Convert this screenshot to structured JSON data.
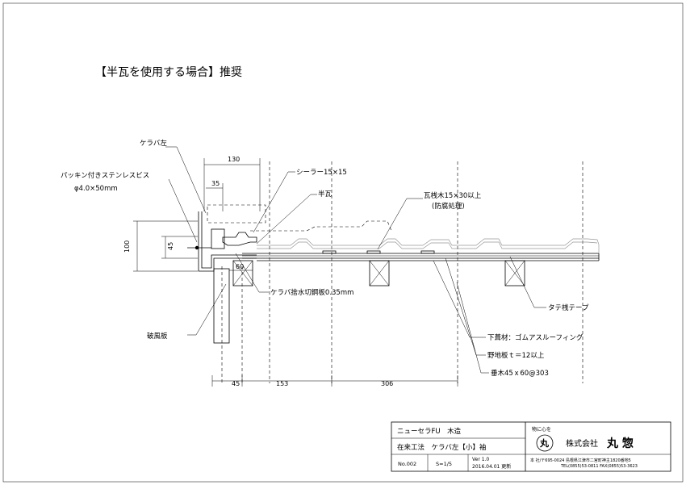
{
  "title": "【半瓦を使用する場合】推奨",
  "labels": {
    "kerabahidari": "ケラバ左",
    "packing_screw": "パッキン付きステンレスビス",
    "screw_size": "φ4.0×50mm",
    "sealer": "シーラー15×15",
    "han_kawara": "半瓦",
    "kawarazan": "瓦桟木15×30以上",
    "boufu": "(防腐処理)",
    "kerabasute": "ケラバ捨水切鋼板0.35mm",
    "hafuita": "破風板",
    "tatezan_tape": "タテ桟テープ",
    "shitabuki": "下葺材：ゴムアスルーフィング",
    "nojiita": "野地板ｔ＝12以上",
    "taruki": "垂木45ｘ60@303"
  },
  "dimensions": {
    "d130": "130",
    "d35": "35",
    "d100": "100",
    "d45v": "45",
    "d60": "60",
    "d45h": "45",
    "d153": "153",
    "d306": "306"
  },
  "title_block": {
    "product": "ニューセラFU　木造",
    "method": "在来工法　ケラバ左【小】袖",
    "no": "No.002",
    "scale": "S=1/5",
    "version": "Ver 1.0",
    "date": "2016.04.01 更新",
    "motto": "物に心を",
    "logo_mark": "丸",
    "company_prefix": "株式会社",
    "company_name": "丸 惣",
    "address": "本 社/〒695-0024 島根県江津市二宮町神主1820番地5",
    "tel": "TEL(0855)53-0811  FAX(0855)53-3623"
  }
}
